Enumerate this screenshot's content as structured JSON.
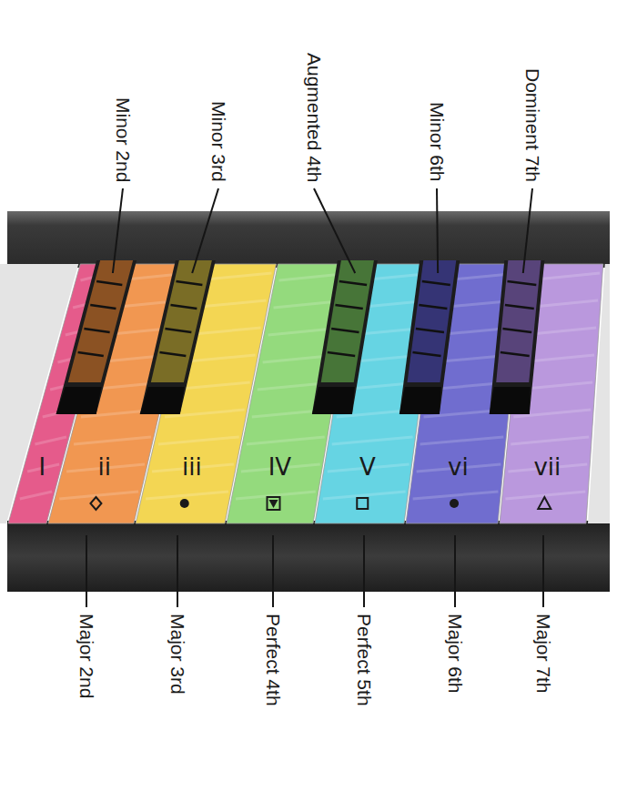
{
  "diagram": {
    "nodes": [
      {
        "text": [
          "I"
        ]
      },
      {
        "text": [
          "ii"
        ]
      },
      {
        "text": [
          "iii"
        ]
      },
      {
        "text": [
          "IV"
        ]
      },
      {
        "text": [
          "V"
        ]
      },
      {
        "text": [
          "vi"
        ]
      },
      {
        "text": [
          "vii"
        ]
      }
    ],
    "labels": [
      "Minor 2nd",
      "Minor 3rd",
      "Augmented 4th",
      "Minor 6th",
      "Dominent 7th",
      "Major 2nd",
      "Major 3rd",
      "Perfect 4th",
      "Perfect 5th",
      "Major 6th",
      "Major 7th"
    ]
  }
}
